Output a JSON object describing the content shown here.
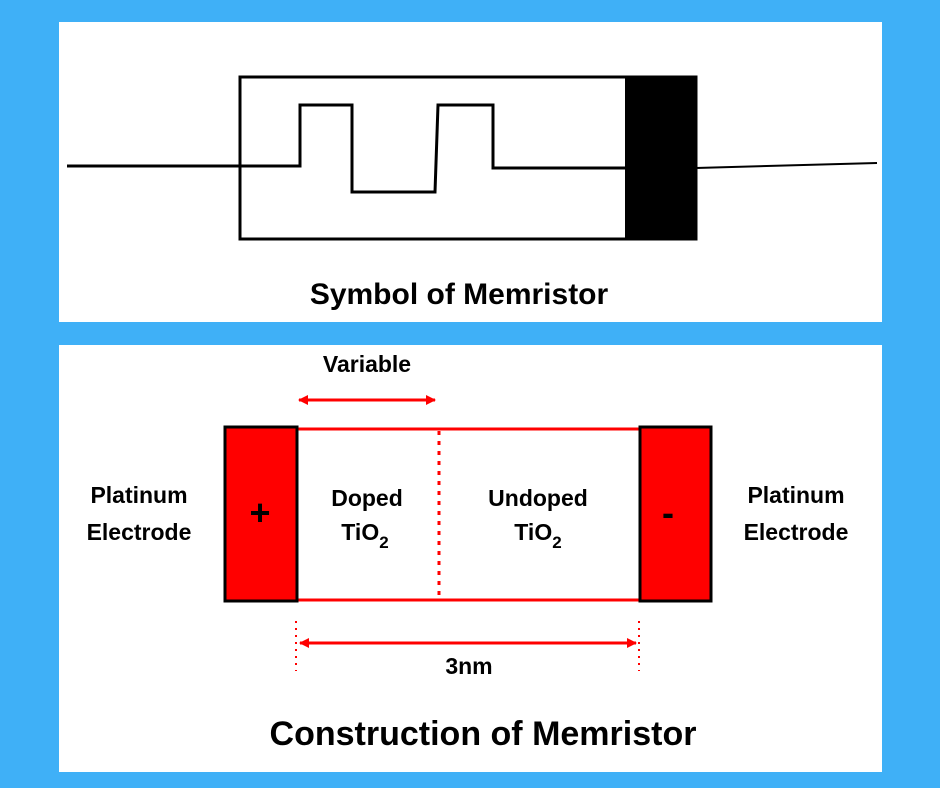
{
  "symbol_panel": {
    "caption": "Symbol of Memristor"
  },
  "construction_panel": {
    "caption": "Construction of Memristor",
    "variable_label": "Variable",
    "width_label": "3nm",
    "left_electrode": {
      "line1": "Platinum",
      "line2": "Electrode",
      "polarity": "+"
    },
    "right_electrode": {
      "line1": "Platinum",
      "line2": "Electrode",
      "polarity": "-"
    },
    "doped_region": {
      "line1": "Doped",
      "line2_base": "TiO",
      "line2_sub": "2"
    },
    "undoped_region": {
      "line1": "Undoped",
      "line2_base": "TiO",
      "line2_sub": "2"
    }
  },
  "colors": {
    "background": "#3fb0f7",
    "panel": "#ffffff",
    "electrode": "#ff0000",
    "line": "#000000",
    "accent": "#ff0000"
  }
}
